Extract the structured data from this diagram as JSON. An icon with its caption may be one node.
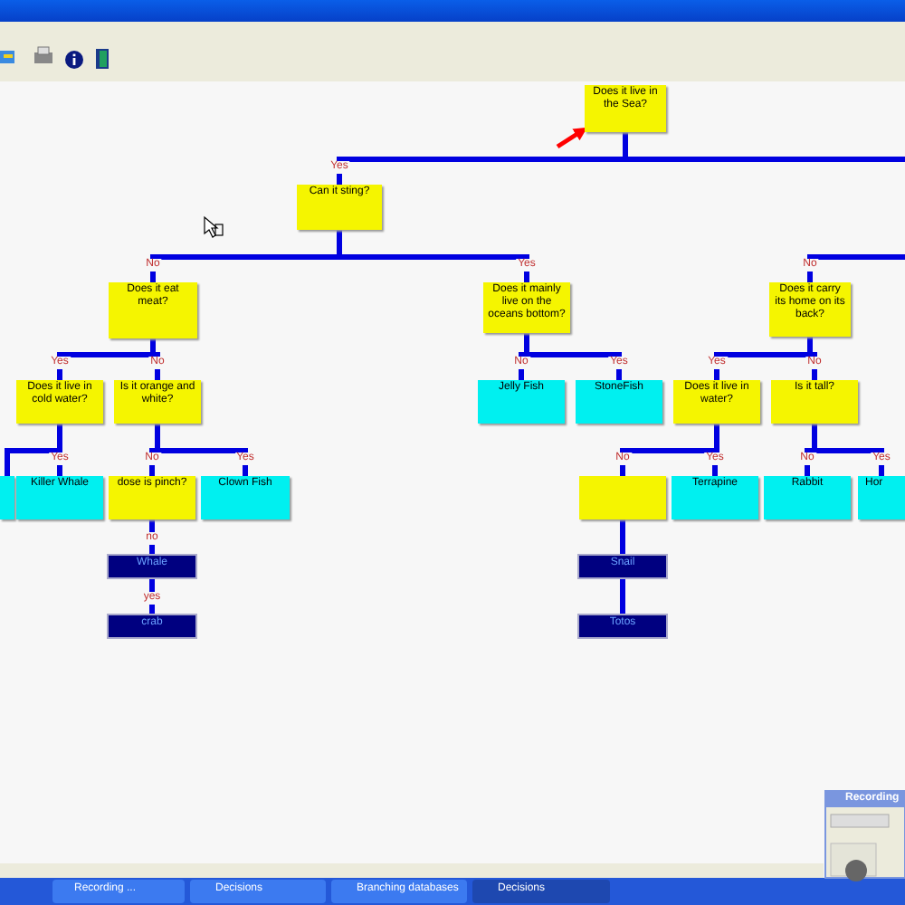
{
  "diagram": {
    "nodes": [
      {
        "text": [
          "Does it live in the Sea?"
        ]
      },
      {
        "text": [
          "Can it sting?"
        ]
      },
      {
        "text": [
          "Does it eat meat?"
        ]
      },
      {
        "text": [
          "Does it mainly live on the oceans bottom?"
        ]
      },
      {
        "text": [
          "Does it carry its home on its back?"
        ]
      },
      {
        "text": [
          "Does it live in cold water?"
        ]
      },
      {
        "text": [
          "Is it orange and white?"
        ]
      },
      {
        "text": [
          "Jelly Fish"
        ]
      },
      {
        "text": [
          "StoneFish"
        ]
      },
      {
        "text": [
          "Does it live in water?"
        ]
      },
      {
        "text": [
          "Is it tall?"
        ]
      },
      {
        "text": [],
        "shape": "box"
      },
      {
        "text": [
          "Killer Whale"
        ]
      },
      {
        "text": [
          "dose is pinch?"
        ]
      },
      {
        "text": [
          "Clown Fish"
        ]
      },
      {
        "text": [],
        "shape": "box"
      },
      {
        "text": [
          "Terrapine"
        ]
      },
      {
        "text": [
          "Rabbit"
        ]
      },
      {
        "text": [
          "Hor"
        ]
      },
      {
        "text": [
          "Whale"
        ]
      },
      {
        "text": [
          "crab"
        ]
      },
      {
        "text": [
          "Snail"
        ]
      },
      {
        "text": [
          "Totos"
        ]
      }
    ],
    "edges": [
      {
        "from": 0,
        "to": 1,
        "arrow": "none",
        "label": "Yes"
      },
      {
        "from": 0,
        "to": null,
        "arrow": "none"
      },
      {
        "from": null,
        "to": 0,
        "arrow": "to",
        "color": "#ff0000"
      },
      {
        "from": 1,
        "to": 2,
        "arrow": "none",
        "label": "No"
      },
      {
        "from": 1,
        "to": 3,
        "arrow": "none",
        "label": "Yes"
      },
      {
        "from": null,
        "to": 4,
        "arrow": "none",
        "label": "No"
      },
      {
        "from": 2,
        "to": 5,
        "arrow": "none",
        "label": "Yes"
      },
      {
        "from": 2,
        "to": 6,
        "arrow": "none",
        "label": "No"
      },
      {
        "from": 3,
        "to": 7,
        "arrow": "none",
        "label": "No"
      },
      {
        "from": 3,
        "to": 8,
        "arrow": "none",
        "label": "Yes"
      },
      {
        "from": 4,
        "to": 9,
        "arrow": "none",
        "label": "Yes"
      },
      {
        "from": 4,
        "to": 10,
        "arrow": "none",
        "label": "No"
      },
      {
        "from": 5,
        "to": 11,
        "arrow": "none"
      },
      {
        "from": 5,
        "to": 12,
        "arrow": "none",
        "label": "Yes"
      },
      {
        "from": 6,
        "to": 13,
        "arrow": "none",
        "label": "No"
      },
      {
        "from": 6,
        "to": 14,
        "arrow": "none",
        "label": "Yes"
      },
      {
        "from": 9,
        "to": 15,
        "arrow": "none",
        "label": "No"
      },
      {
        "from": 9,
        "to": 16,
        "arrow": "none",
        "label": "Yes"
      },
      {
        "from": 10,
        "to": 17,
        "arrow": "none",
        "label": "No"
      },
      {
        "from": 10,
        "to": 18,
        "arrow": "none",
        "label": "Yes"
      },
      {
        "from": 13,
        "to": 19,
        "arrow": "none",
        "label": "no"
      },
      {
        "from": 19,
        "to": 20,
        "arrow": "none",
        "label": "yes"
      },
      {
        "from": 15,
        "to": 21,
        "arrow": "none"
      },
      {
        "from": 21,
        "to": 22,
        "arrow": "none"
      }
    ],
    "labels": [
      "Recording",
      "Recording ...",
      "Decisions",
      "Branching databases",
      "Decisions"
    ]
  }
}
